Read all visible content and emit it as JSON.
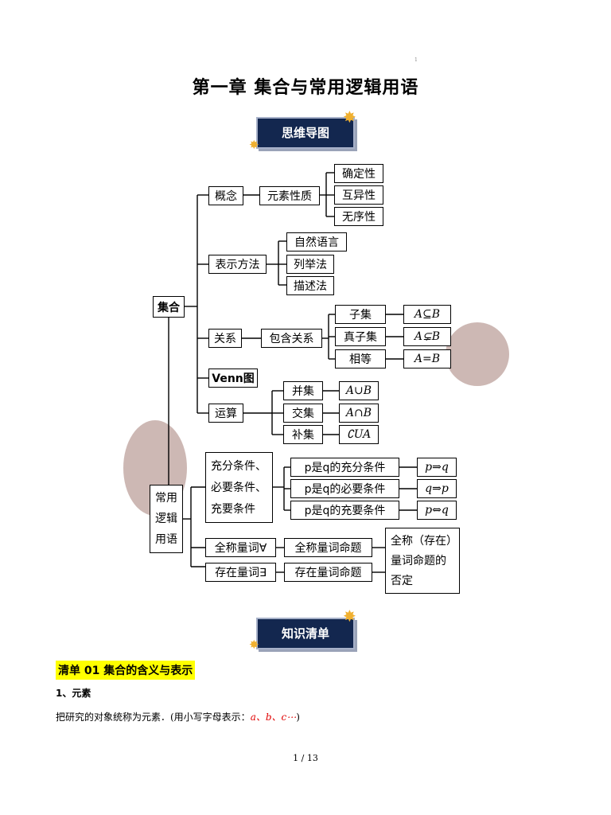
{
  "page": {
    "dot": "1",
    "title": "第一章 集合与常用逻辑用语",
    "banner_mindmap": "思维导图",
    "banner_list": "知识清单",
    "page_number": "1 / 13"
  },
  "mindmap": {
    "root_set": "集合",
    "concept": "概念",
    "element_property": "元素性质",
    "determinate": "确定性",
    "distinct": "互异性",
    "unordered": "无序性",
    "representation": "表示方法",
    "natural_language": "自然语言",
    "enumeration": "列举法",
    "description": "描述法",
    "relation": "关系",
    "containment": "包含关系",
    "subset": "子集",
    "subset_expr": "A⊆B",
    "proper_subset": "真子集",
    "proper_subset_expr": "A⊊B",
    "equal": "相等",
    "equal_expr": "A=B",
    "venn": "Venn图",
    "operation": "运算",
    "union": "并集",
    "union_expr": "A∪B",
    "intersection": "交集",
    "intersection_expr": "A∩B",
    "complement": "补集",
    "complement_expr": "∁UA",
    "root_logic_1": "常用",
    "root_logic_2": "逻辑",
    "root_logic_3": "用语",
    "cond_1": "充分条件、",
    "cond_2": "必要条件、",
    "cond_3": "充要条件",
    "sufficient": "p是q的充分条件",
    "sufficient_expr": "p⇒q",
    "necessary": "p是q的必要条件",
    "necessary_expr": "q⇒p",
    "iff": "p是q的充要条件",
    "iff_expr": "p⇔q",
    "universal_quantifier": "全称量词∀",
    "universal_prop": "全称量词命题",
    "existential_quantifier": "存在量词∃",
    "existential_prop": "存在量词命题",
    "negation_1": "全称（存在）",
    "negation_2": "量词命题的",
    "negation_3": "否定"
  },
  "content": {
    "section_title": "清单 01  集合的含义与表示",
    "subheading": "1、元素",
    "paragraph": "把研究的对象统称为元素．(用小写字母表示：",
    "paragraph_letters": "a、b、c⋯",
    "paragraph_end": ")"
  },
  "colors": {
    "banner_bg": "#13274f",
    "highlight": "#ffff00",
    "accent_red": "#e00000",
    "deco": "#cdb8b4",
    "star": "#f0b030"
  },
  "icons": {
    "star": "star-icon"
  }
}
